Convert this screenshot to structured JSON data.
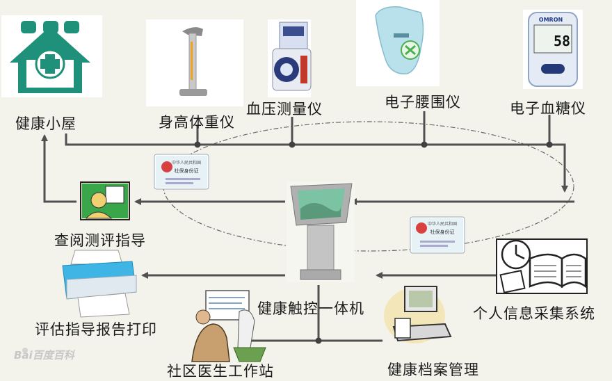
{
  "labels": {
    "health_hut": "健康小屋",
    "height_weight": "身高体重仪",
    "blood_pressure": "血压测量仪",
    "waist_meter": "电子腰围仪",
    "glucose_meter": "电子血糖仪",
    "review_guidance": "查阅测评指导",
    "kiosk": "健康触控一体机",
    "info_system": "个人信息采集系统",
    "print_report": "评估指导报告打印",
    "doctor_station": "社区医生工作站",
    "records": "健康档案管理"
  },
  "id_card_text": {
    "line1": "中华人民共和国",
    "line2": "社保身份证"
  },
  "glucose_reading": "58",
  "glucose_brand": "OMRON",
  "watermark": "Bai百度百科",
  "colors": {
    "line": "#505050",
    "hut_green": "#1f9079",
    "screen_blue": "#33aadd",
    "printer_blue": "#3fb5e6"
  }
}
